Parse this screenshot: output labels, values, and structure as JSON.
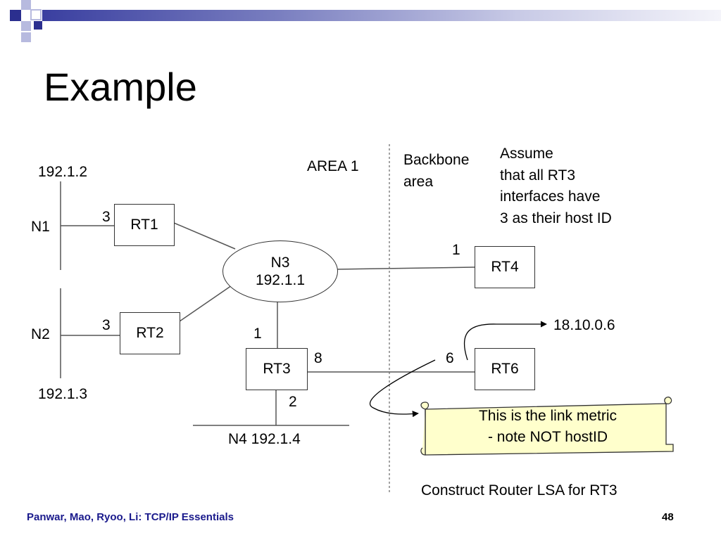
{
  "slide": {
    "title": "Example",
    "footer": "Panwar, Mao, Ryoo, Li: TCP/IP Essentials",
    "page_number": "48"
  },
  "diagram": {
    "area_label": "AREA 1",
    "backbone_label": [
      "Backbone",
      "area"
    ],
    "assume_note": [
      "Assume",
      "that all RT3",
      "interfaces have",
      "3 as their host ID"
    ],
    "networks": {
      "n1": {
        "name": "N1",
        "address": "192.1.2"
      },
      "n2": {
        "name": "N2",
        "address": "192.1.3"
      },
      "n3": {
        "name": "N3",
        "address": "192.1.1"
      },
      "n4": {
        "label": "N4 192.1.4"
      }
    },
    "routers": {
      "rt1": "RT1",
      "rt2": "RT2",
      "rt3": "RT3",
      "rt4": "RT4",
      "rt6": "RT6"
    },
    "metrics": {
      "n1_rt1": "3",
      "n2_rt2": "3",
      "rt3_n3": "1",
      "rt3_rt6": "8",
      "rt3_n4": "2",
      "rt4": "1",
      "rt6": "6"
    },
    "external_address": "18.10.0.6",
    "callout": [
      "This is the link metric",
      "- note NOT hostID"
    ],
    "task": "Construct Router LSA for RT3"
  },
  "colors": {
    "footer": "#1a1a8c",
    "callout_fill": "#ffffcc",
    "decor_dark": "#2b2f8f",
    "decor_light": "#b7badf"
  }
}
